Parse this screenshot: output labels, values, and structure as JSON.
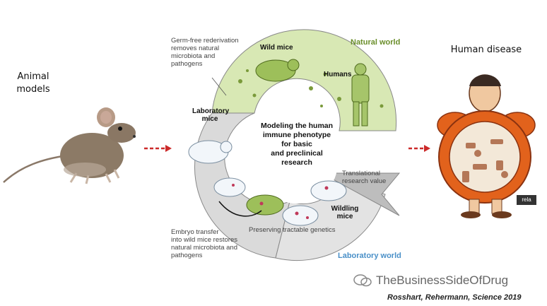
{
  "left": {
    "title_line1": "Animal",
    "title_line2": "models"
  },
  "right": {
    "title": "Human disease",
    "logo_text": "rela"
  },
  "diagram": {
    "natural_world": "Natural world",
    "laboratory_world": "Laboratory world",
    "wild_mice": "Wild mice",
    "humans": "Humans",
    "lab_mice_line1": "Laboratory",
    "lab_mice_line2": "mice",
    "wildling_line1": "Wildling",
    "wildling_line2": "mice",
    "center_line1": "Modeling the human",
    "center_line2": "immune phenotype",
    "center_line3": "for basic",
    "center_line4": "and preclinical",
    "center_line5": "research",
    "germ_free_line1": "Germ-free rederivation",
    "germ_free_line2": "removes natural",
    "germ_free_line3": "microbiota and",
    "germ_free_line4": "pathogens",
    "translational_line1": "Translational",
    "translational_line2": "research value",
    "preserving": "Preserving tractable genetics",
    "embryo_line1": "Embryo transfer",
    "embryo_line2": "into wild mice restores",
    "embryo_line3": "natural microbiota and",
    "embryo_line4": "pathogens"
  },
  "watermark": "TheBusinessSideOfDrug",
  "citation": "Rosshart, Rehermann, Science 2019",
  "colors": {
    "natural": "#d8e8b4",
    "lab": "#d9d9d9",
    "arrow_red": "#cc2a2a",
    "green_title": "#6a8e2a",
    "blue_title": "#4a90c8"
  }
}
